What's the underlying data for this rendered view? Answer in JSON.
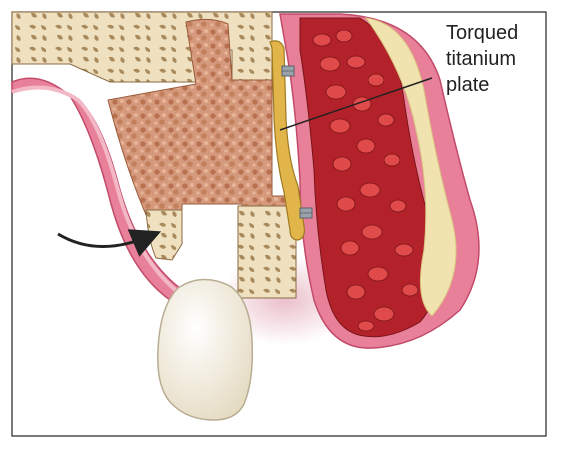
{
  "annotation": {
    "lines": [
      "Torqued",
      "titanium",
      "plate"
    ]
  },
  "colors": {
    "frame": "#222222",
    "gingiva": "#e8809a",
    "gingiva_dark": "#c24a68",
    "cortical_bone": "#efe0c0",
    "trabecular_bone": "#c9a87a",
    "graft": "#d59a7e",
    "graft_dark": "#b8704f",
    "marrow": "#b3222a",
    "marrow_light": "#e04a4a",
    "plate": "#e2b54a",
    "screw": "#9aa3ab",
    "tooth": "#f7f1e3",
    "halo": "#d98aa0"
  }
}
